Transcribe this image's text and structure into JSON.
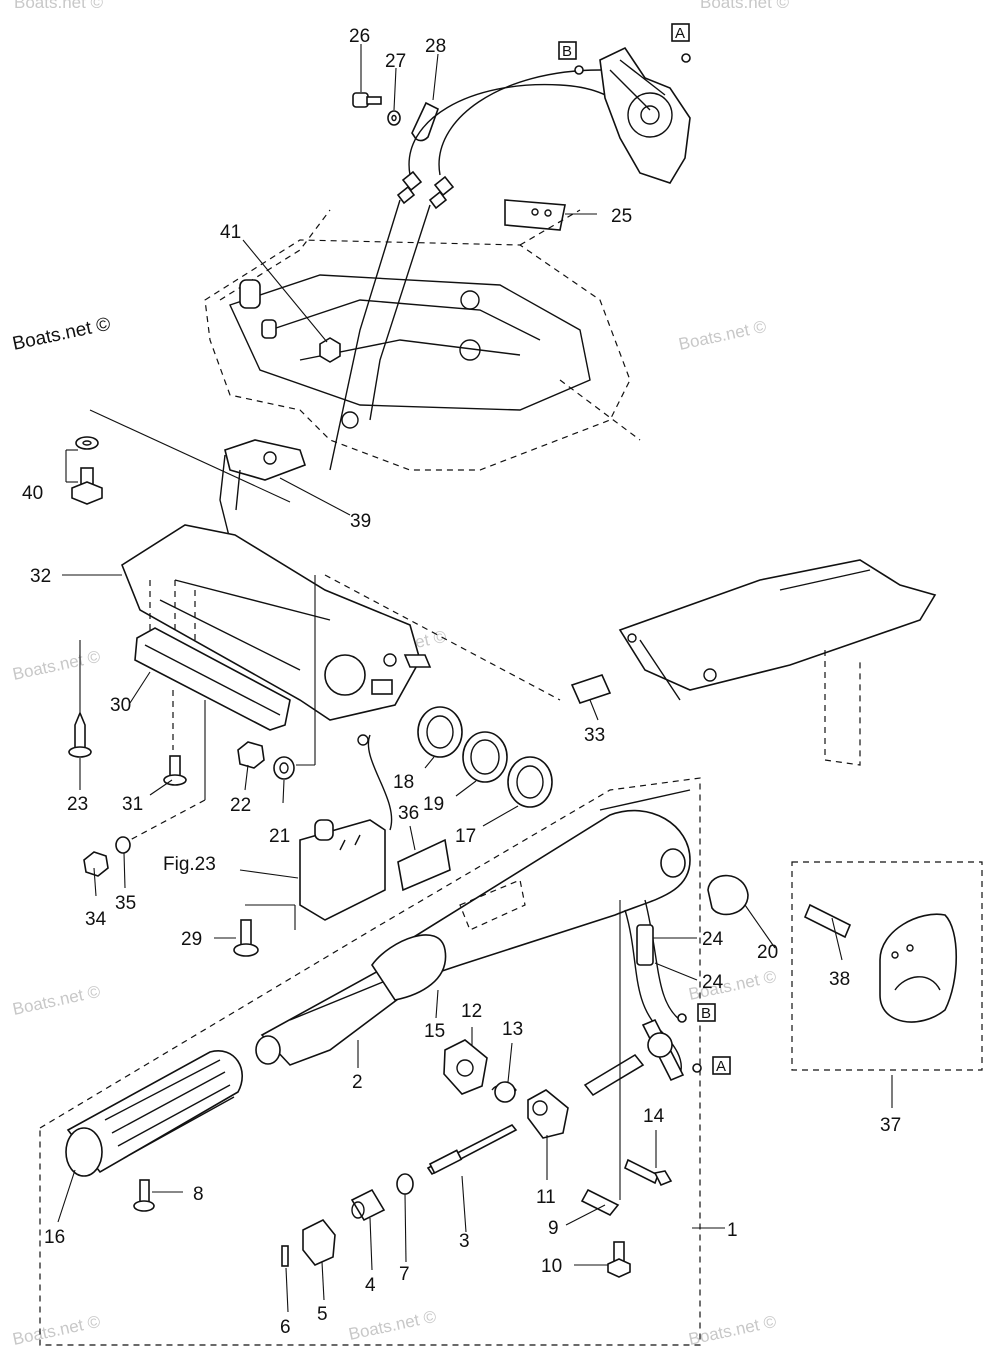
{
  "watermark": {
    "main": "Boats.net ©",
    "faint": "Boats.net ©"
  },
  "figure_reference": "Fig.23",
  "connector_letters": {
    "a": "A",
    "b": "B"
  },
  "callouts": {
    "c1": "1",
    "c2": "2",
    "c3": "3",
    "c4": "4",
    "c5": "5",
    "c6": "6",
    "c7": "7",
    "c8": "8",
    "c9": "9",
    "c10": "10",
    "c11": "11",
    "c12": "12",
    "c13": "13",
    "c14": "14",
    "c15": "15",
    "c16": "16",
    "c17": "17",
    "c18": "18",
    "c19": "19",
    "c20": "20",
    "c21": "21",
    "c22": "22",
    "c23": "23",
    "c24a": "24",
    "c24b": "24",
    "c25": "25",
    "c26": "26",
    "c27": "27",
    "c28": "28",
    "c29": "29",
    "c30": "30",
    "c31": "31",
    "c32": "32",
    "c33": "33",
    "c34": "34",
    "c35": "35",
    "c36": "36",
    "c37": "37",
    "c38": "38",
    "c39": "39",
    "c40": "40",
    "c41": "41"
  }
}
